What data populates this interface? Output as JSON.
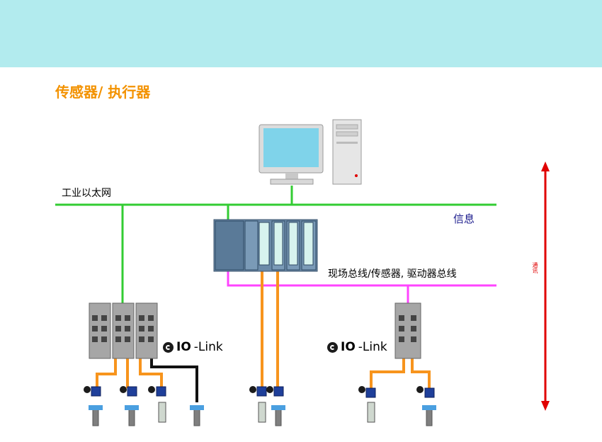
{
  "title": "传感器/ 执行器",
  "labels": {
    "ethernet": "工业以太网",
    "info": "信息",
    "fieldbus": "现场总线/传感器, 驱动器总线",
    "side": "通讯",
    "iolink_left_prefix": "IO",
    "iolink_left_suffix": "-Link",
    "iolink_right_prefix": "IO",
    "iolink_right_suffix": "-Link"
  },
  "colors": {
    "header_band": "#b2ebee",
    "title": "#f39200",
    "ethernet_line": "#33cc33",
    "fieldbus_line": "#ff44ff",
    "io_cable": "#f7941d",
    "black_cable": "#111111",
    "arrow": "#e00000"
  },
  "icons": [
    "pc-monitor-icon",
    "pc-tower-icon",
    "plc-rack-icon",
    "io-module-icon",
    "sensor-icon",
    "io-link-logo-icon"
  ]
}
